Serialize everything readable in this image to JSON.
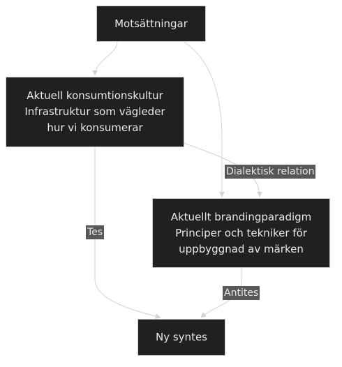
{
  "nodes": {
    "top": {
      "lines": [
        "Motsättningar"
      ]
    },
    "culture": {
      "lines": [
        "Aktuell konsumtionskultur",
        "Infrastruktur som vägleder",
        "hur vi konsumerar"
      ]
    },
    "branding": {
      "lines": [
        "Aktuellt brandingparadigm",
        "Principer och tekniker för",
        "uppbyggnad av märken"
      ]
    },
    "synthesis": {
      "lines": [
        "Ny syntes"
      ]
    }
  },
  "edge_labels": {
    "dialectic": "Dialektisk relation",
    "thesis": "Tes",
    "antithesis": "Antites"
  },
  "colors": {
    "node_fill": "#1f2020",
    "node_border": "#cccccc",
    "node_text": "#e8e8e8",
    "edge": "#d3d3d3",
    "label_bg": "#585858"
  }
}
